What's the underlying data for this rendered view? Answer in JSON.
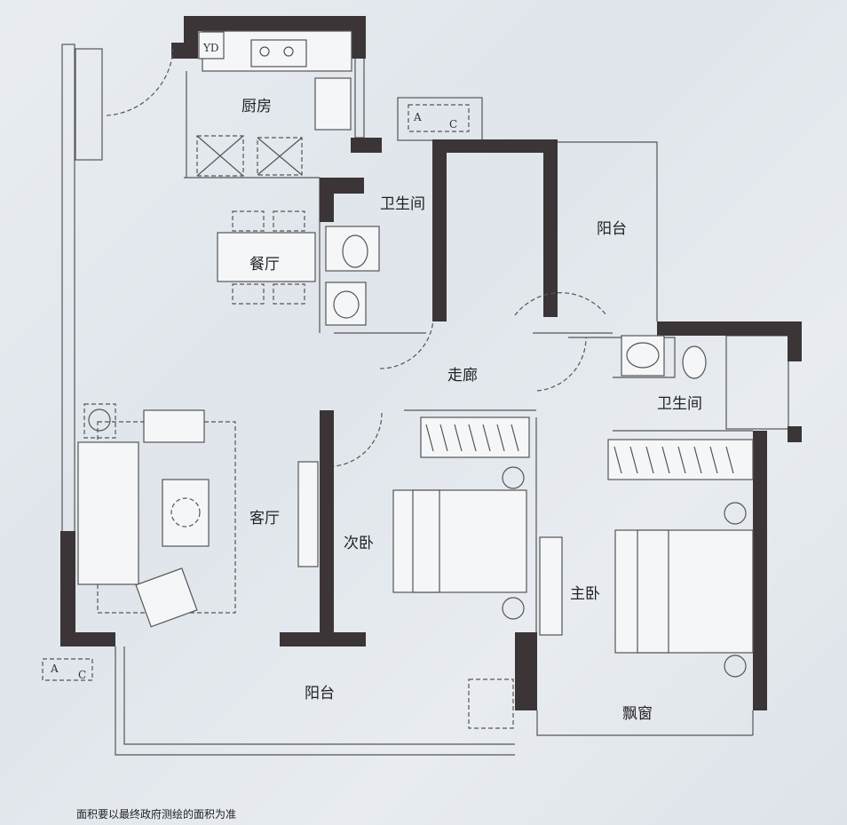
{
  "rooms": {
    "kitchen": "厨房",
    "bathroom_1": "卫生间",
    "balcony_top": "阳台",
    "dining": "餐厅",
    "corridor": "走廊",
    "bathroom_2": "卫生间",
    "living": "客厅",
    "second_bedroom": "次卧",
    "master_bedroom": "主卧",
    "balcony_bottom": "阳台",
    "bay_window": "飘窗"
  },
  "fixtures": {
    "yd": "YD",
    "ac_a": "A",
    "ac_c": "C"
  },
  "note": "面积要以最终政府测绘的面积为准",
  "colors": {
    "wall": "#3b3537",
    "background": "#e4e9ee"
  }
}
